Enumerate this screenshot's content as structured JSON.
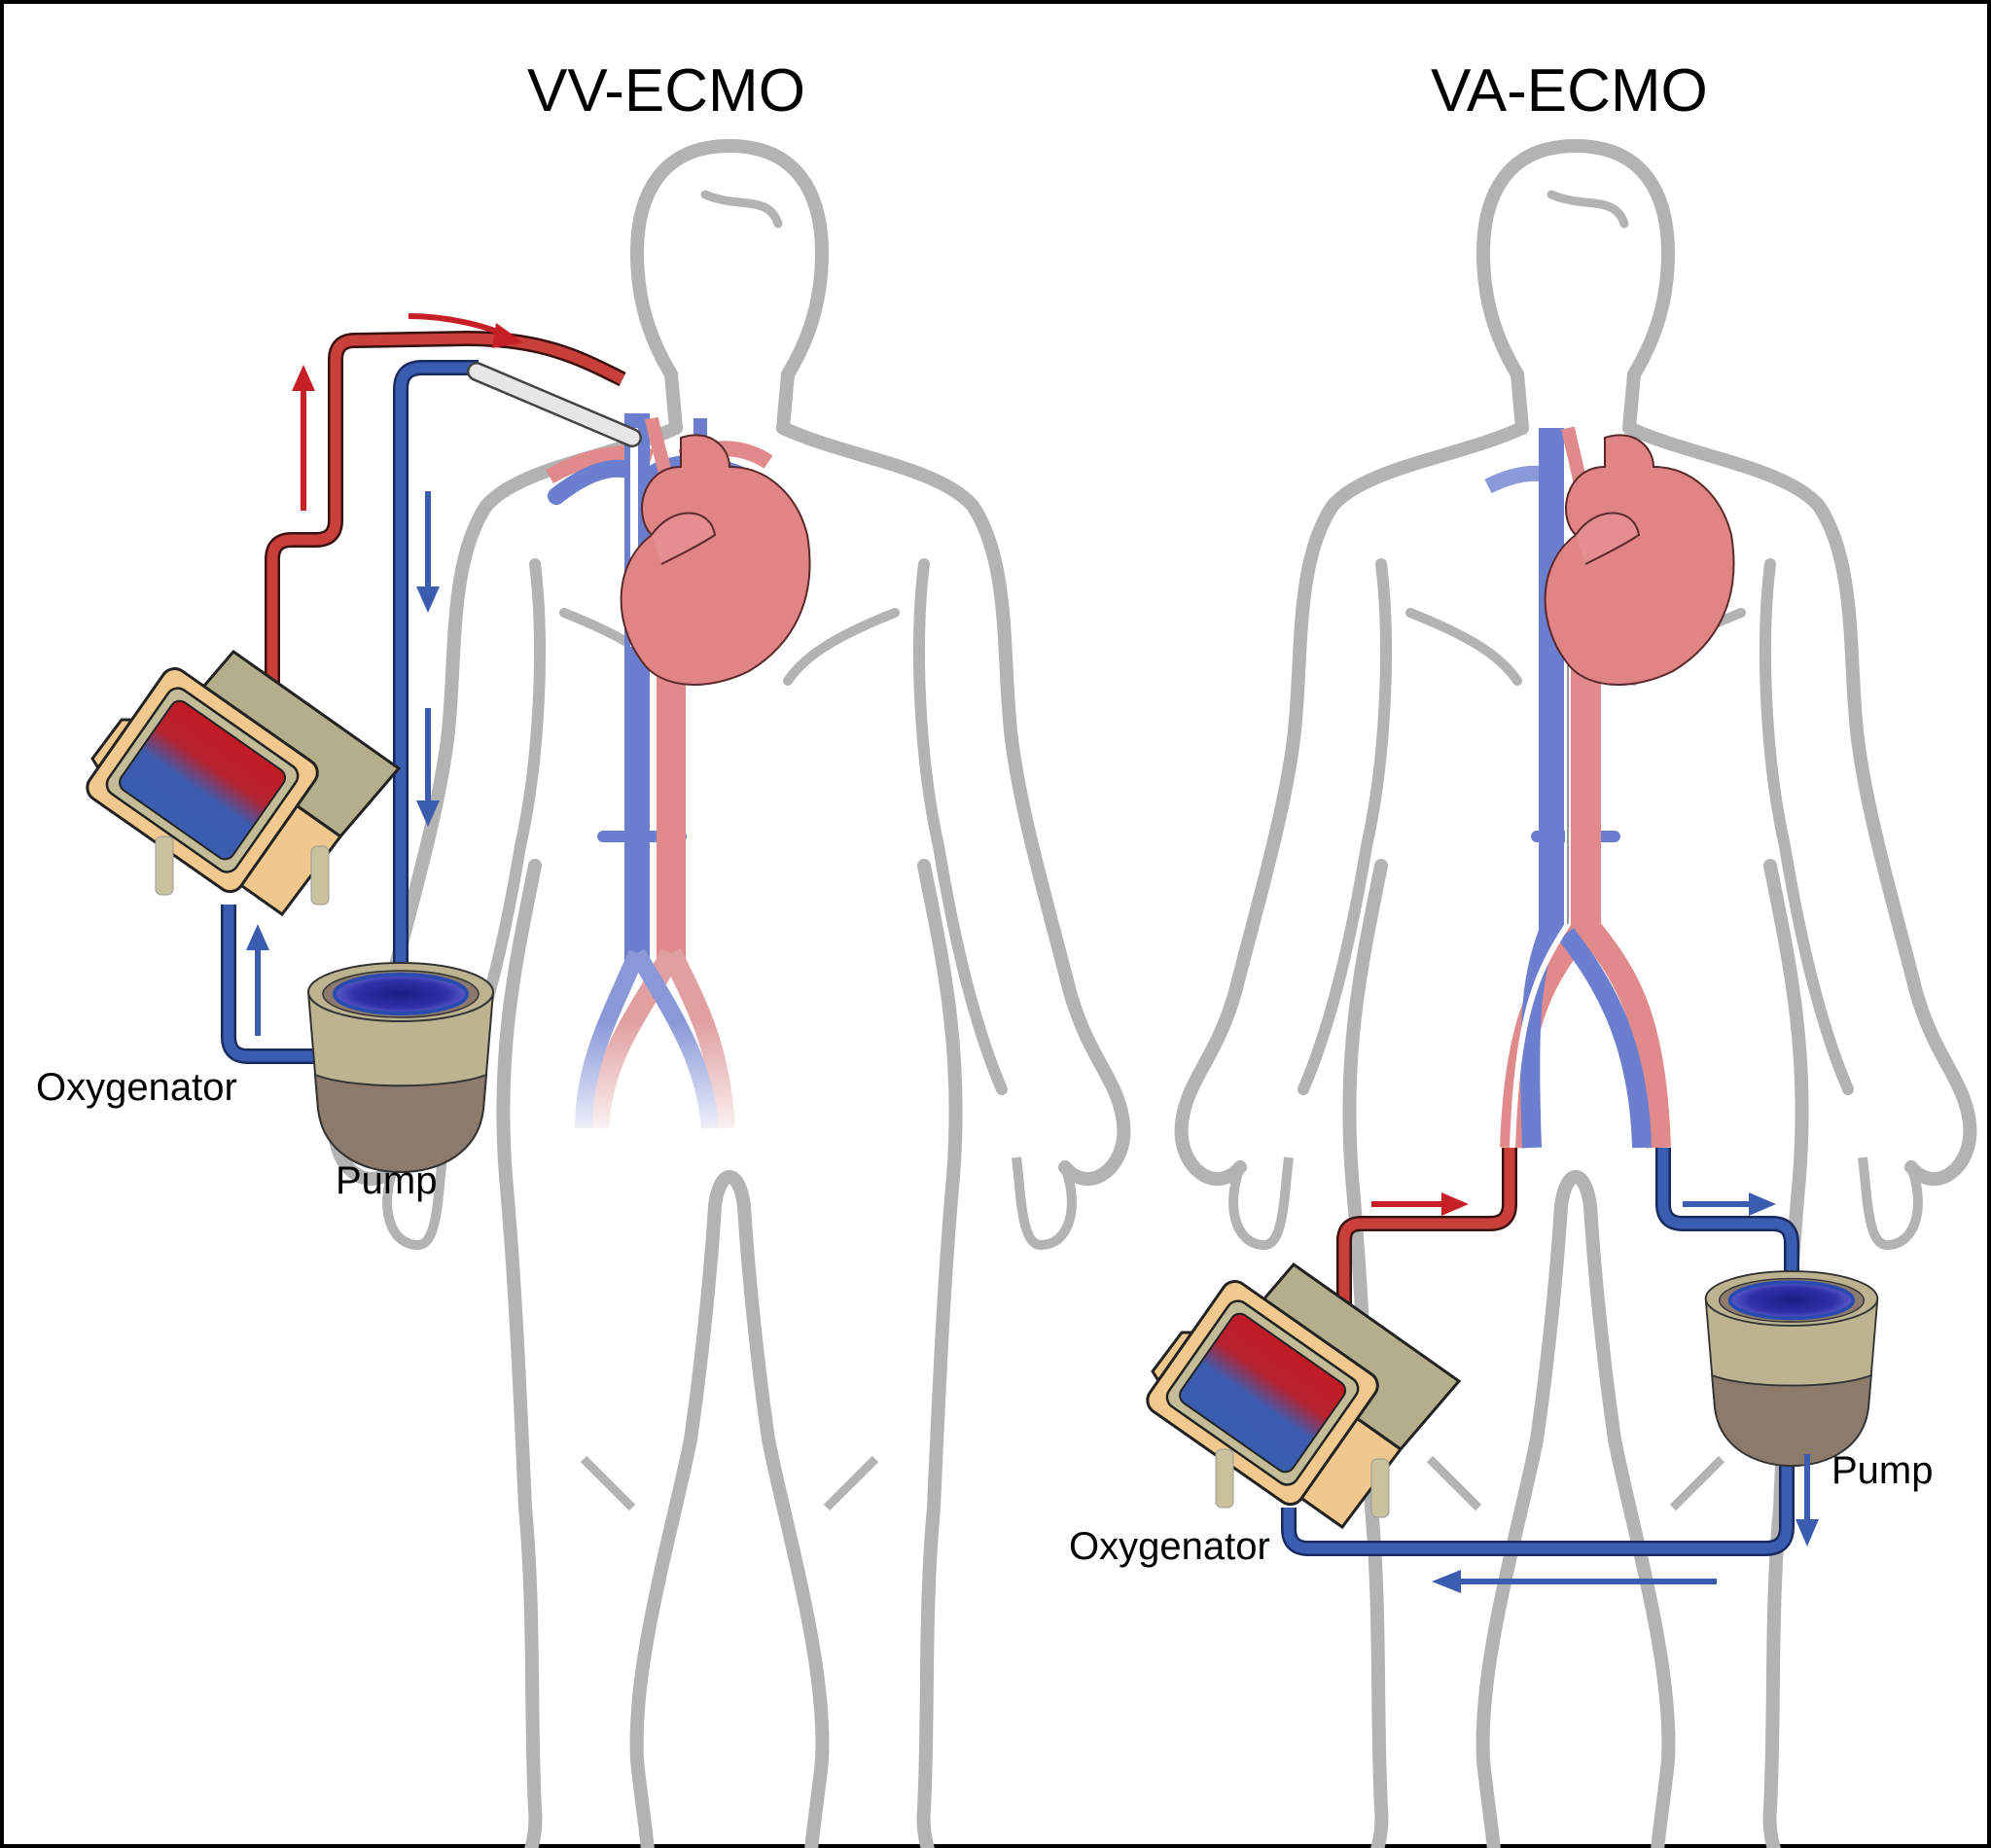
{
  "figure": {
    "panels": [
      {
        "id": "vv",
        "title": "VV-ECMO",
        "labels": {
          "oxygenator": "Oxygenator",
          "pump": "Pump"
        },
        "flow": "veno-venous: blood drained from vena cava via jugular cannula, pumped, oxygenated, returned to right atrium"
      },
      {
        "id": "va",
        "title": "VA-ECMO",
        "labels": {
          "oxygenator": "Oxygenator",
          "pump": "Pump"
        },
        "flow": "veno-arterial: blood drained from femoral vein, pumped, oxygenated, returned to femoral artery"
      }
    ],
    "colors": {
      "oxygenated": "#c62026",
      "deoxygenated": "#3a5db0",
      "artery": "#e08a8c",
      "vein": "#6c7fcf",
      "body_outline": "#b3b3b3",
      "device_body": "#bcb595",
      "device_trim": "#f0c88e",
      "pump_base": "#8c7b6c",
      "pump_fluid": "#2a2a9a"
    }
  }
}
